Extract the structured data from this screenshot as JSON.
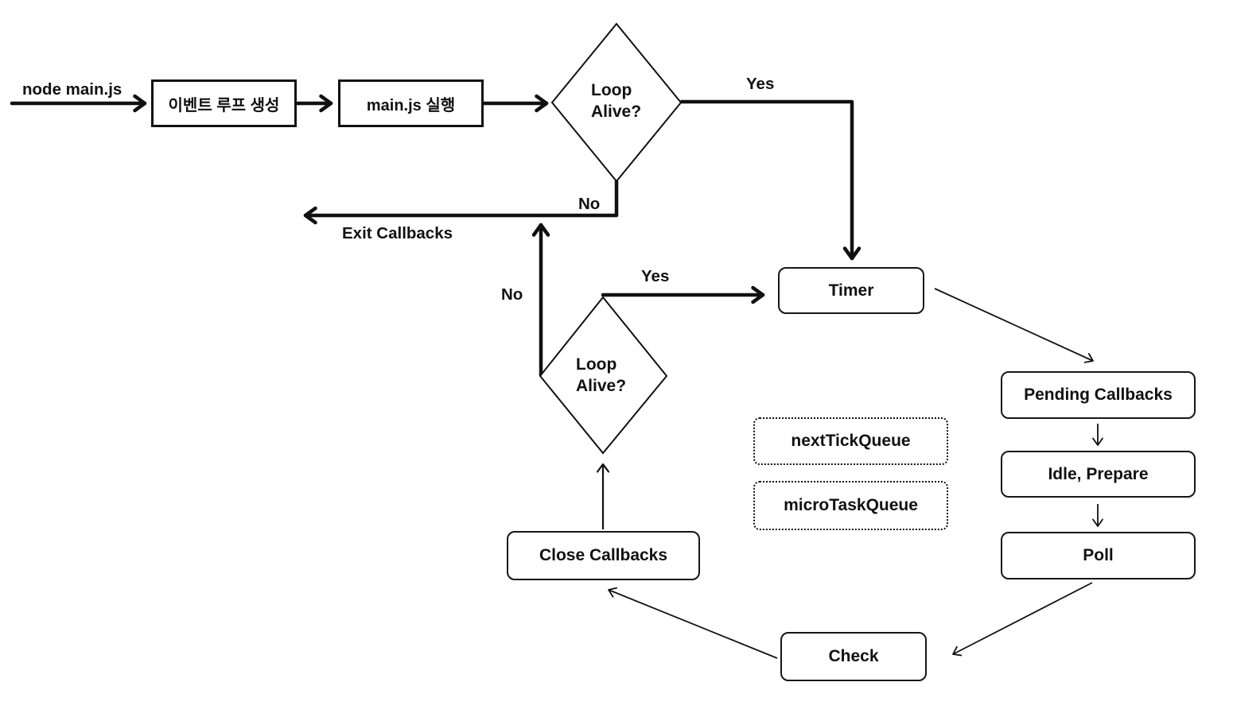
{
  "canvas": {
    "bg": "#ffffff",
    "ink": "#111111"
  },
  "start": {
    "command_label": "node main.js"
  },
  "nodes": {
    "create_event_loop": "이벤트 루프 생성",
    "run_main": "main.js 실행",
    "loop_alive_line1": "Loop",
    "loop_alive_line2": "Alive?",
    "timer": "Timer",
    "pending_callbacks": "Pending Callbacks",
    "idle_prepare": "Idle, Prepare",
    "poll": "Poll",
    "check": "Check",
    "close_callbacks": "Close Callbacks",
    "next_tick_queue": "nextTickQueue",
    "micro_task_queue": "microTaskQueue"
  },
  "edge_labels": {
    "yes_top": "Yes",
    "no_top": "No",
    "exit_callbacks": "Exit Callbacks",
    "no_bottom": "No",
    "yes_bottom": "Yes"
  }
}
